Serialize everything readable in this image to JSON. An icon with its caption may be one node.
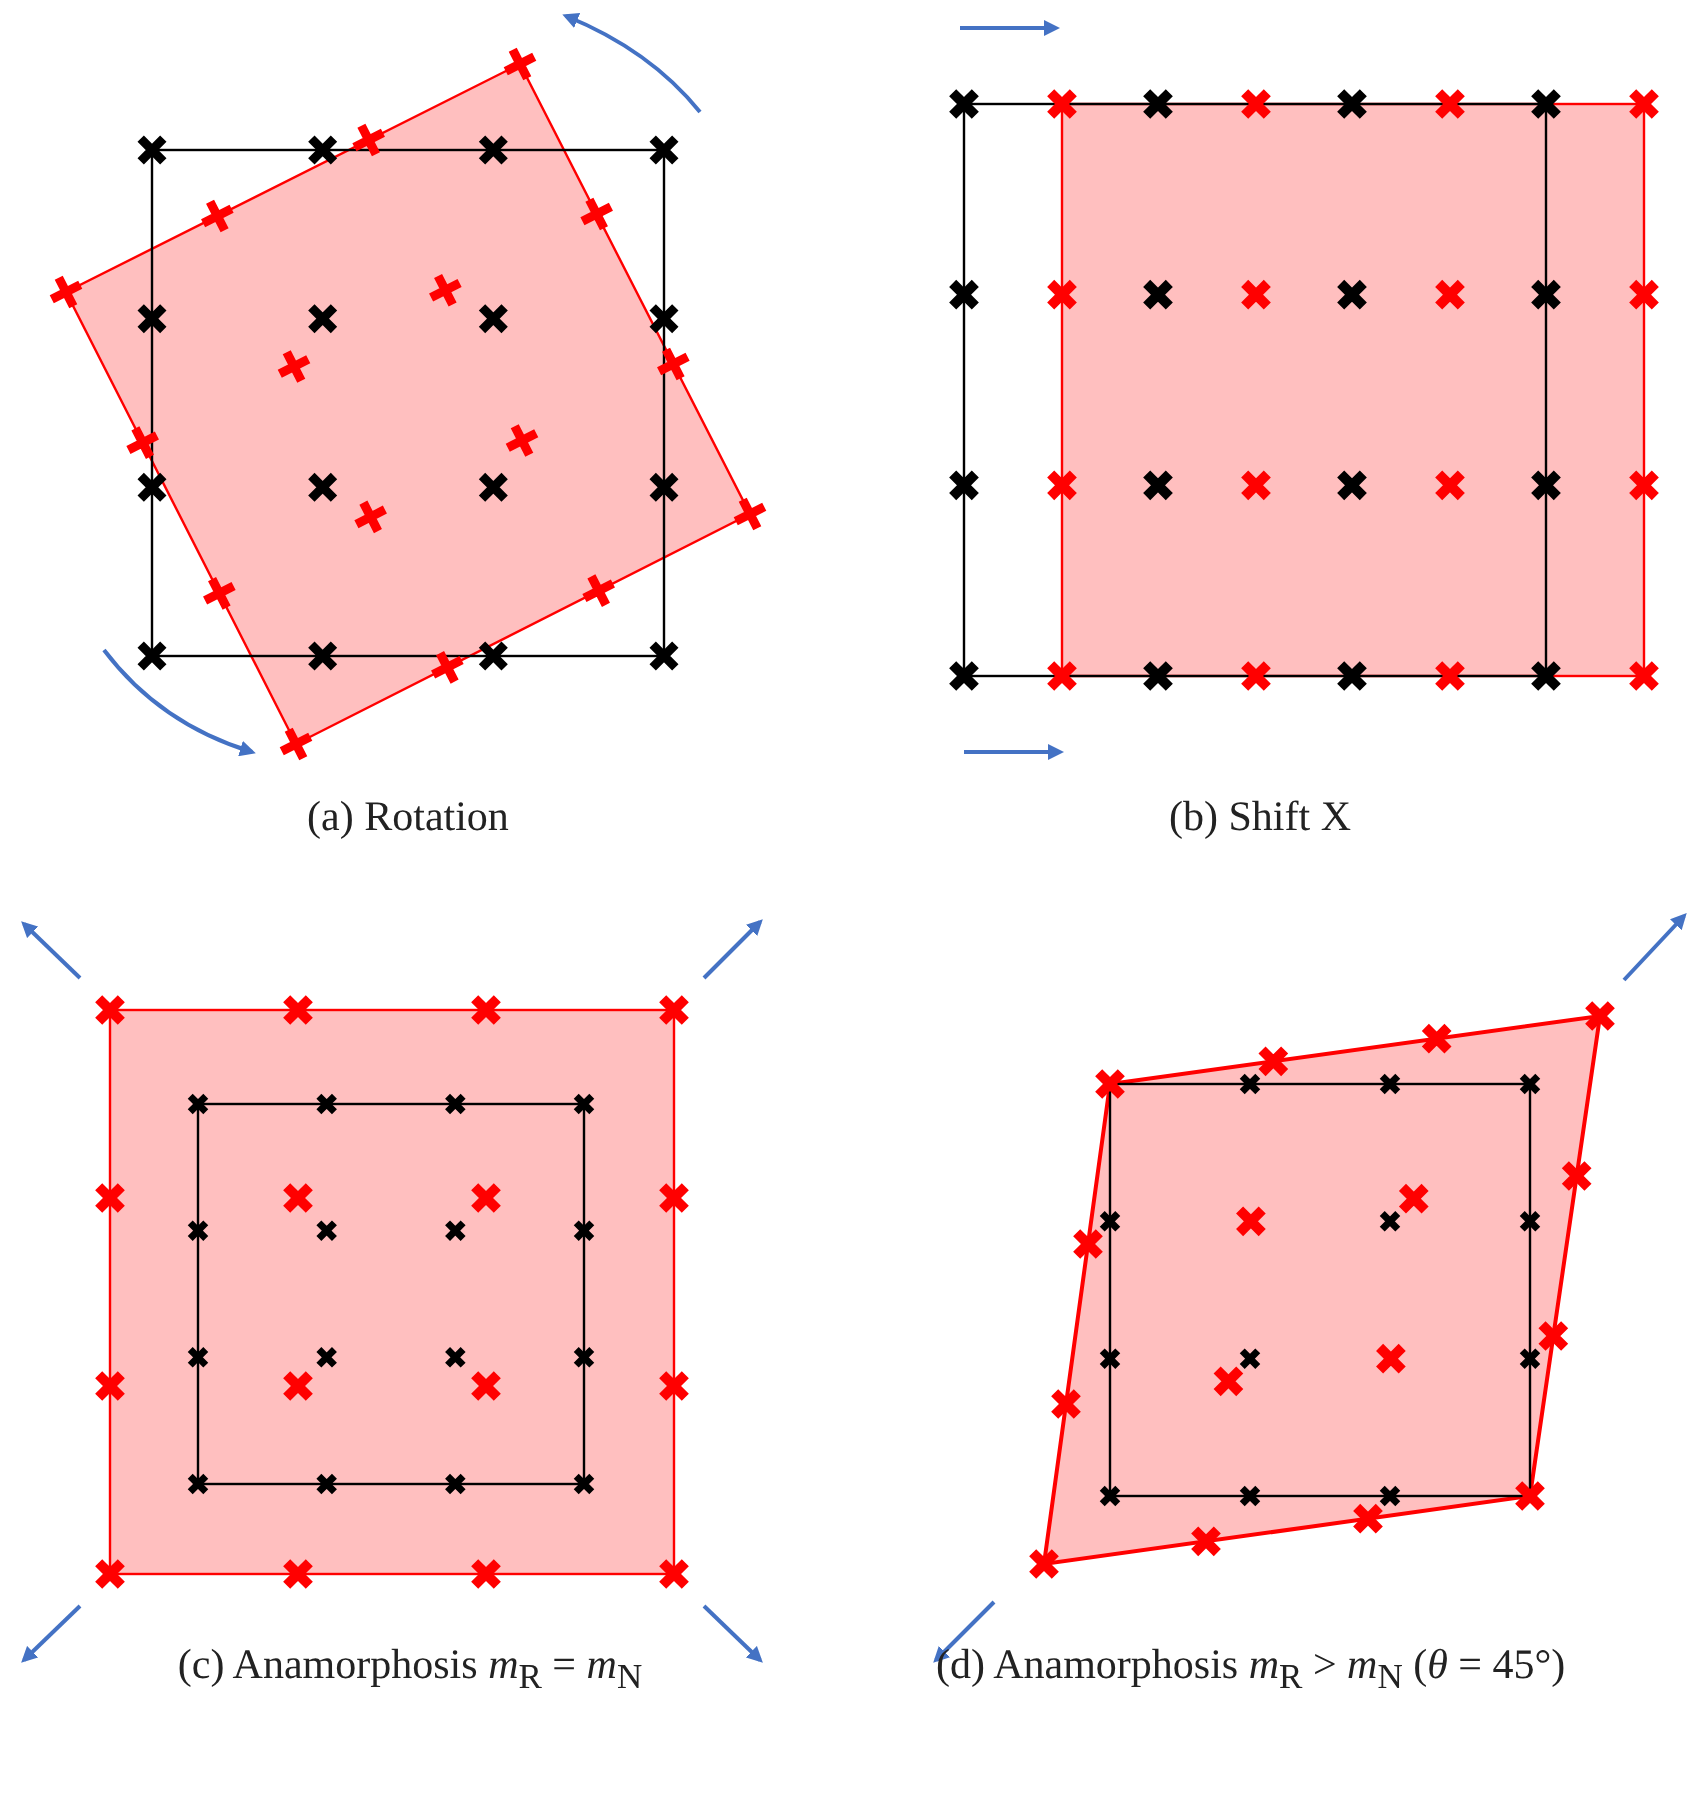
{
  "diagram": {
    "labels": [
      "(a) Rotation",
      "(b) Shift X",
      "(c) Anamorphosis *m*$_{R}$ = *m*$_{N}$",
      "(d) Anamorphosis *m*$_{R}$ > *m*$_{N}$ (*θ* = 45°)"
    ]
  }
}
